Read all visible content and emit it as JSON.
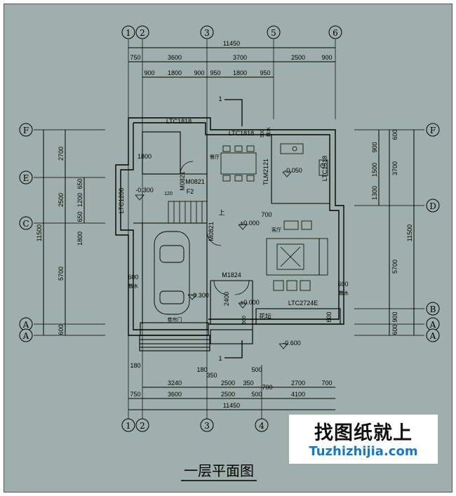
{
  "drawing": {
    "title": "一层平面图",
    "axes_top": [
      "1",
      "2",
      "3",
      "5",
      "6"
    ],
    "axes_bottom": [
      "1",
      "2",
      "3",
      "4"
    ],
    "axes_left": [
      "F",
      "E",
      "C",
      "A",
      "A"
    ],
    "axes_right": [
      "F",
      "D",
      "B",
      "A",
      "A"
    ],
    "dims_top_total": "11450",
    "dims_top_row1": [
      "750",
      "3600",
      "3700",
      "2500",
      "900"
    ],
    "dims_top_row2": [
      "900",
      "1800",
      "900",
      "950",
      "1800",
      "950"
    ],
    "dims_bottom_row1": [
      "180",
      "180",
      "350",
      "500"
    ],
    "dims_bottom_row2": [
      "3240",
      "2500",
      "350",
      "2700",
      "700"
    ],
    "dims_bottom_row3": [
      "750",
      "3600",
      "2500",
      "500",
      "4100"
    ],
    "dims_bottom_total": "11450",
    "dims_bottom_extra": [
      "700"
    ],
    "dims_left_outer": [
      "11500"
    ],
    "dims_left_mid": [
      "2700",
      "2500",
      "1800",
      "5700",
      "600"
    ],
    "dims_left_inner": [
      "650",
      "1200",
      "650"
    ],
    "dims_right_outer": [
      "11500"
    ],
    "dims_right_mid": [
      "3700",
      "5700",
      "900",
      "600"
    ],
    "dims_right_inner": [
      "600",
      "900",
      "1500",
      "1300"
    ],
    "labels": {
      "ltc1818_a": "LTC1818",
      "ltc1818_b": "LTC1818",
      "ltc1206": "LTC1206",
      "ltc1518": "LTC1518",
      "tlm2121": "TLM2121",
      "ltc2724e": "LTC2724E",
      "m0821": "M0821",
      "m0821b": "M0821",
      "m1824": "M1824",
      "f2": "F2",
      "lvl_m300a": "-0.300",
      "lvl_m300b": "-0.300",
      "lvl_m050": "-0.050",
      "lvl_000a": "±0.000",
      "lvl_000b": "±0.000",
      "lvl_m600": "-0.600",
      "dim_1800_room": "1800",
      "dim_120": "120",
      "dim_2400": "2400",
      "dim_600_a": "600",
      "dim_600_b": "600",
      "dim_600_c": "600",
      "dim_500_a": "500",
      "dim_700_a": "700",
      "dim_500_b": "500",
      "shang": "上",
      "sanshui_a": "散水",
      "sanshui_b": "散水",
      "sanshui_c": "散水",
      "canting": "餐厅",
      "keting": "客厅",
      "juanliamen": "卷帘门",
      "huatan": "花坛",
      "section": "1"
    }
  },
  "logo": {
    "cn": "找图纸就上",
    "en": "Tuzhizhijia.com"
  }
}
